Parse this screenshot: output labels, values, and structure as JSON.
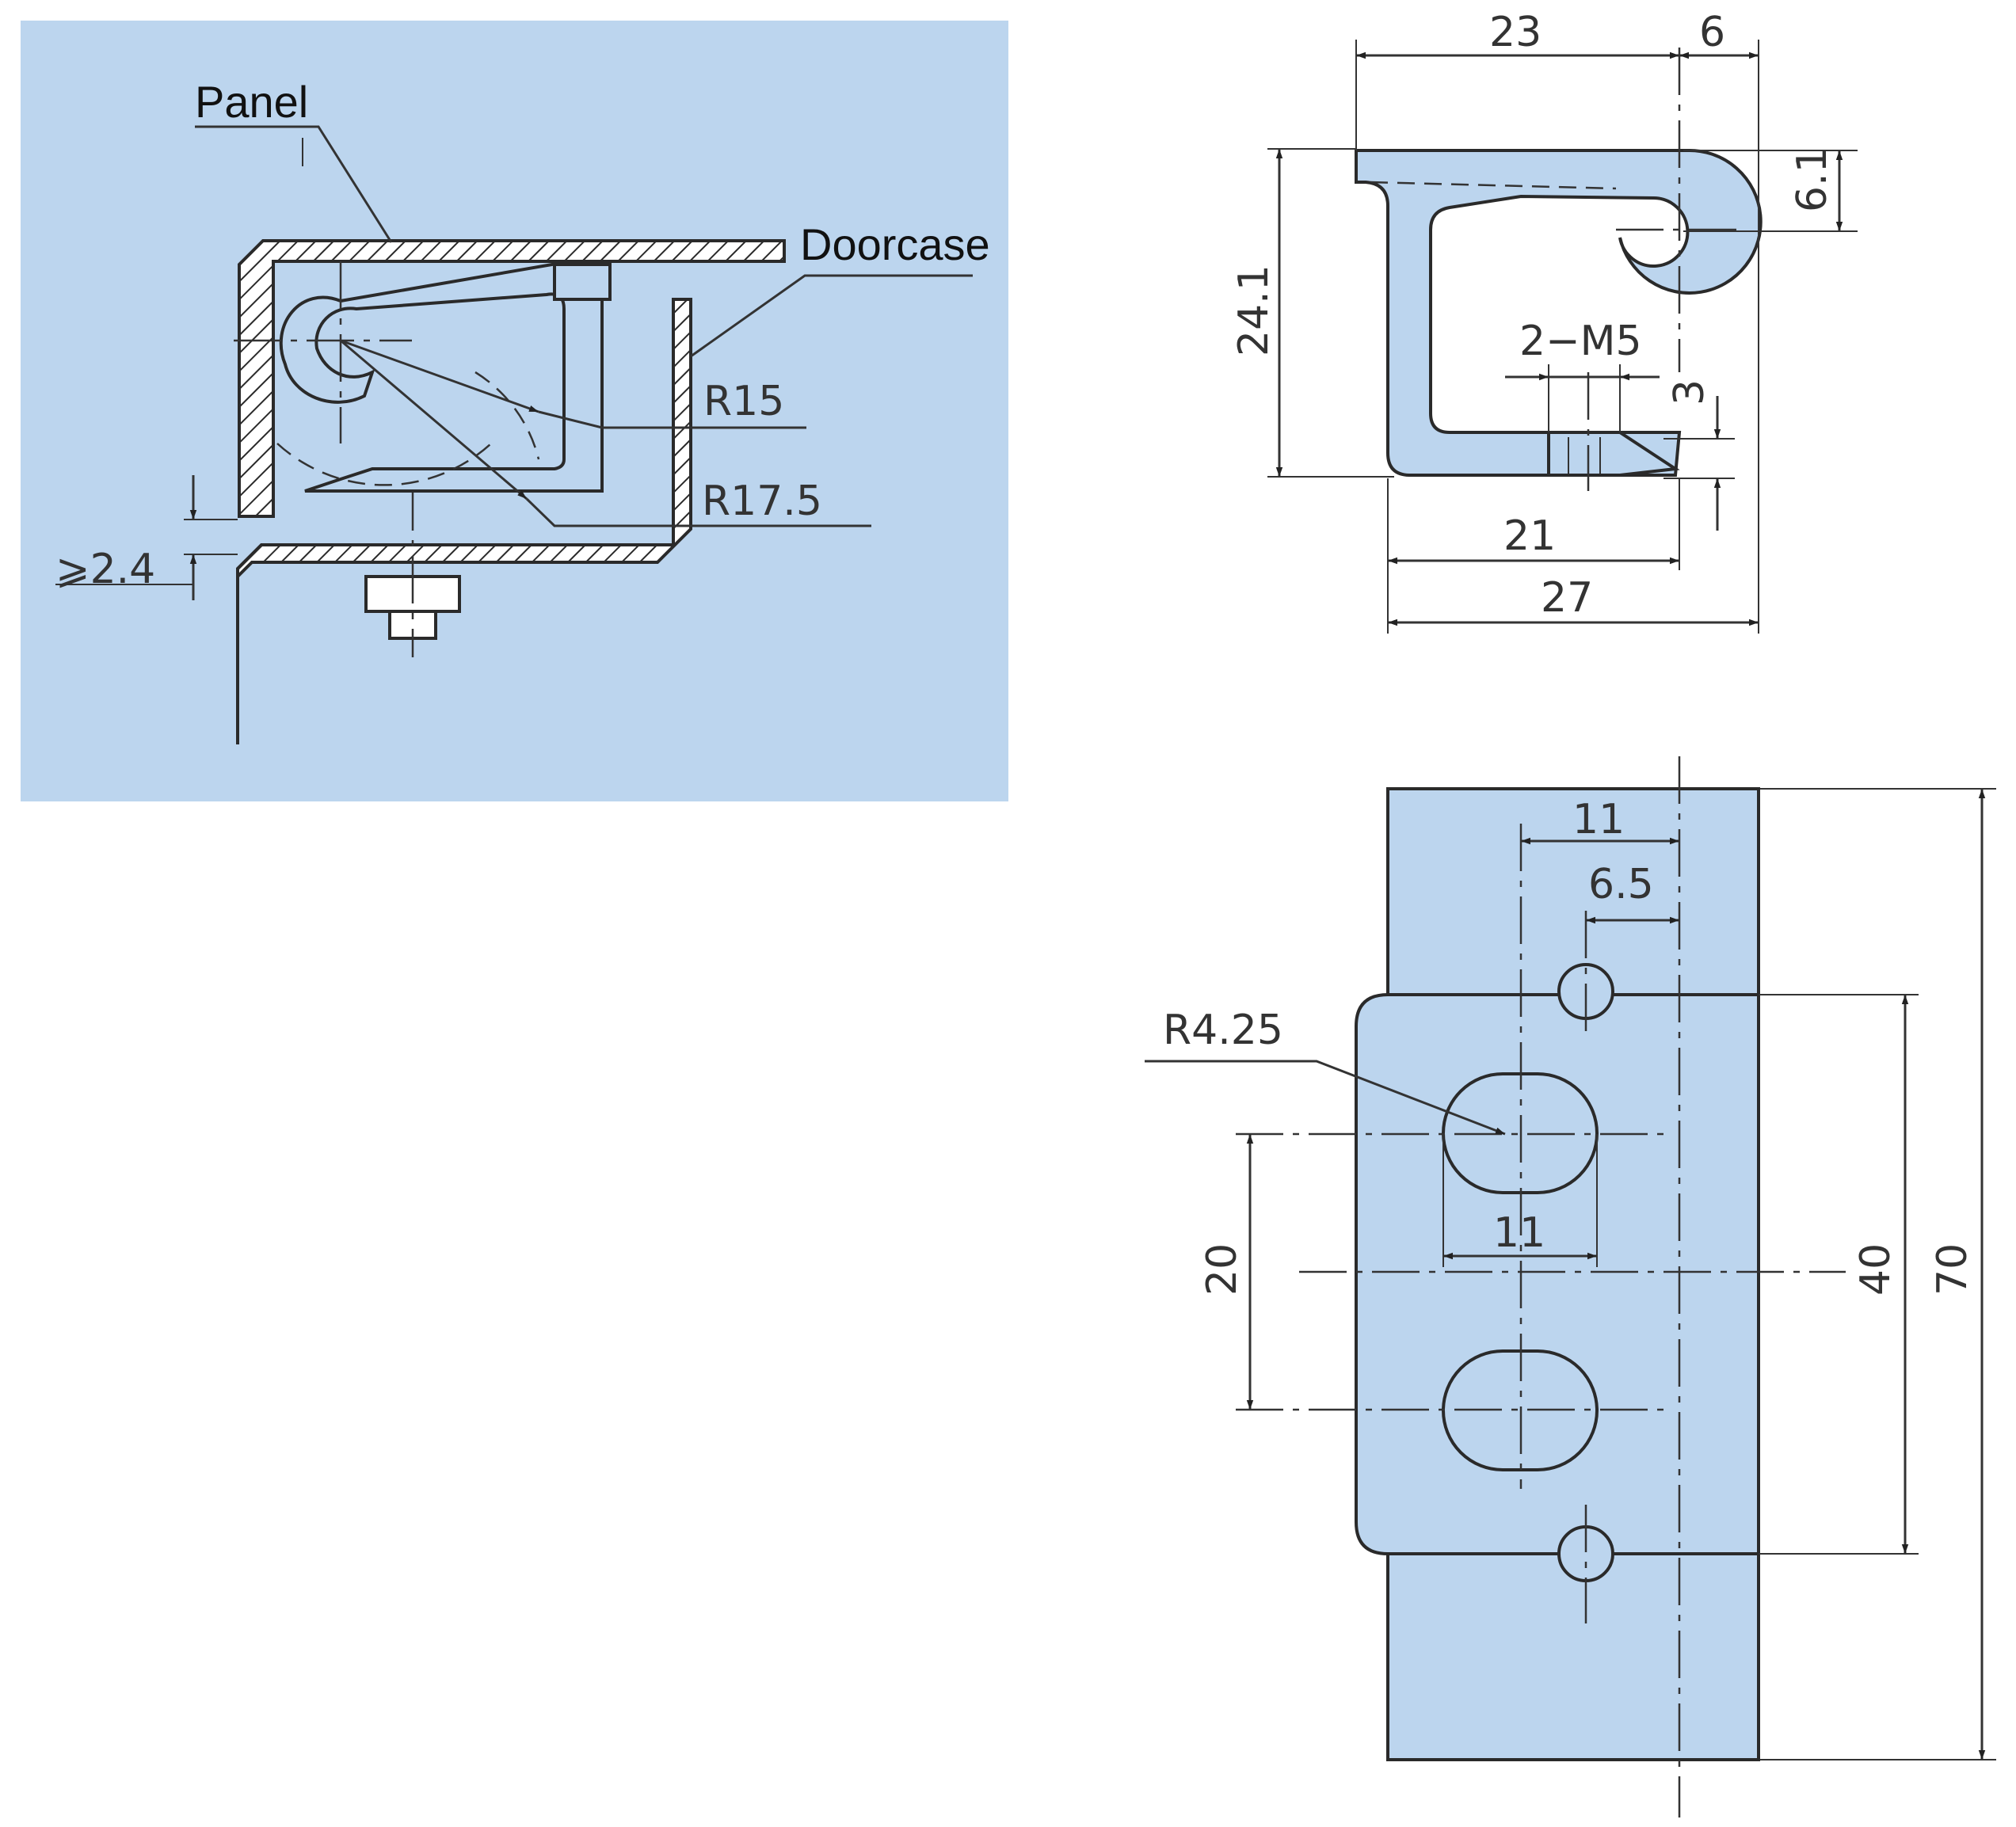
{
  "section_view": {
    "label_panel": "Panel",
    "label_doorcase": "Doorcase",
    "dim_r15": "R15",
    "dim_r17_5": "R17.5",
    "dim_gap": "⩾2.4"
  },
  "side_view": {
    "dim_23": "23",
    "dim_6": "6",
    "dim_6_1": "6.1",
    "dim_24_1": "24.1",
    "dim_2m5": "2−M5",
    "dim_3": "3",
    "dim_21": "21",
    "dim_27": "27"
  },
  "front_view": {
    "dim_11_top": "11",
    "dim_6_5": "6.5",
    "dim_r4_25": "R4.25",
    "dim_11_slot": "11",
    "dim_20": "20",
    "dim_40": "40",
    "dim_70": "70"
  },
  "colors": {
    "part_fill": "#bcd5ee",
    "panel_background": "#bcd5ee",
    "line": "#2a2a2a"
  }
}
